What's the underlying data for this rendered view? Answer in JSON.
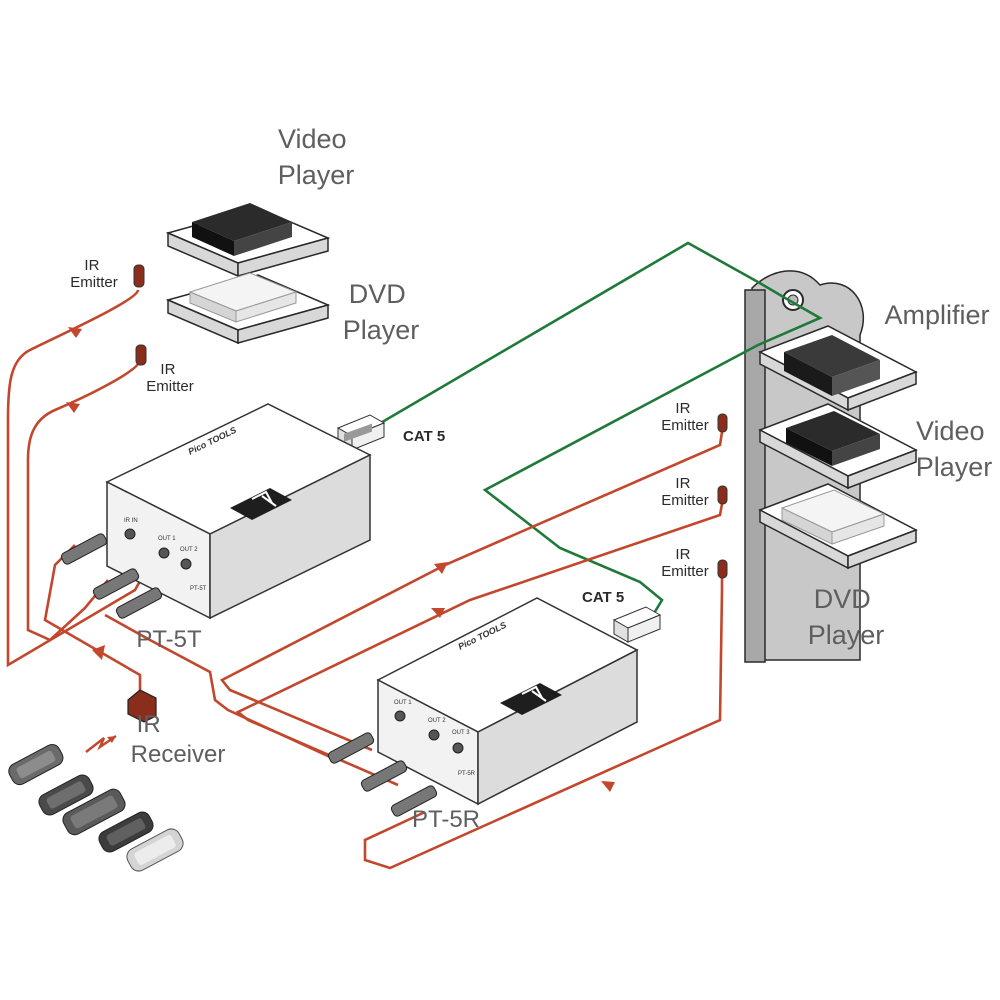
{
  "labels": {
    "video_player_left": [
      "Video",
      "Player"
    ],
    "dvd_player_left": [
      "DVD",
      "Player"
    ],
    "ir_emitter_1": [
      "IR",
      "Emitter"
    ],
    "ir_emitter_2": [
      "IR",
      "Emitter"
    ],
    "ir_emitter_3": [
      "IR",
      "Emitter"
    ],
    "ir_emitter_4": [
      "IR",
      "Emitter"
    ],
    "ir_emitter_5": [
      "IR",
      "Emitter"
    ],
    "cat5_left": "CAT 5",
    "cat5_right": "CAT 5",
    "pt5t": "PT-5T",
    "pt5r": "PT-5R",
    "ir_receiver": [
      "IR",
      "Receiver"
    ],
    "amplifier": "Amplifier",
    "video_player_right": [
      "Video",
      "Player"
    ],
    "dvd_player_right": [
      "DVD",
      "Player"
    ]
  },
  "devices": {
    "brand_text": "Pico TOOLS",
    "pt5t_model_tag": "PT-5T",
    "pt5r_model_tag": "PT-5R",
    "pt5t_ports": [
      "IR IN",
      "OUT 1",
      "OUT 2"
    ],
    "pt5r_ports": [
      "OUT 1",
      "OUT 2",
      "OUT 3"
    ]
  },
  "colors": {
    "ir_cable": "#c2472d",
    "cat5_cable": "#1f7a3a"
  }
}
